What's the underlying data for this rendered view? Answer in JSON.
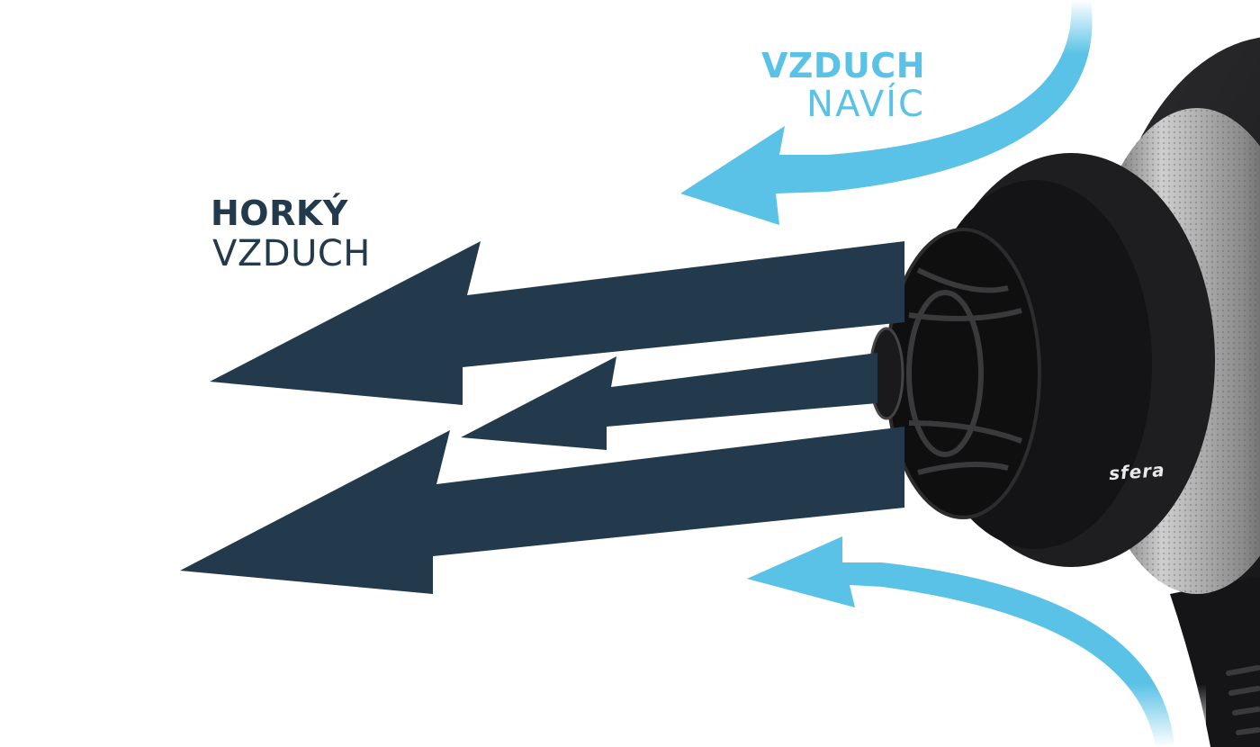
{
  "labels": {
    "hot_air": {
      "line1": "HORKÝ",
      "line2": "VZDUCH"
    },
    "extra_air": {
      "line1": "VZDUCH",
      "line2": "NAVÍC"
    }
  },
  "product": {
    "brand": "sfera"
  },
  "colors": {
    "hot_air": "#223a4b",
    "extra_air": "#5bc2e7",
    "dryer_body": "#1c1c1e",
    "dryer_ring": "#9a9a9a"
  }
}
